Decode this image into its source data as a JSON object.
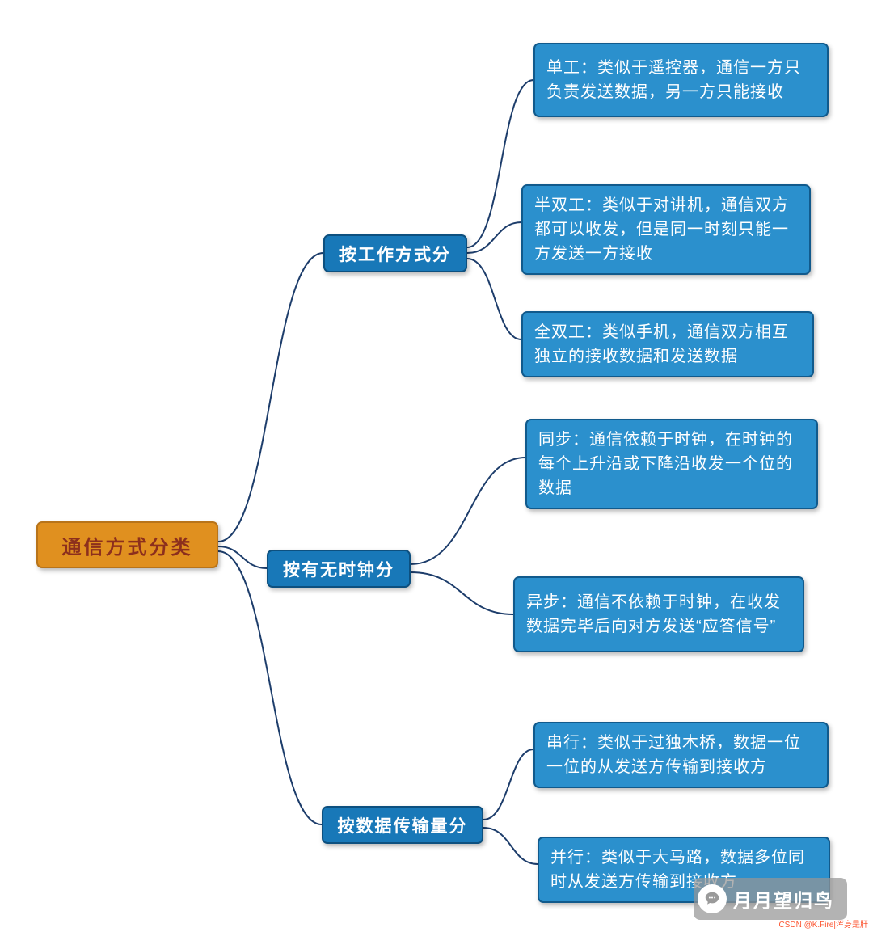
{
  "root": {
    "label": "通信方式分类"
  },
  "branches": [
    {
      "label": "按工作方式分",
      "leaves": [
        {
          "text": "单工：类似于遥控器，通信一方只负责发送数据，另一方只能接收"
        },
        {
          "text": "半双工：类似于对讲机，通信双方都可以收发，但是同一时刻只能一方发送一方接收"
        },
        {
          "text": "全双工：类似手机，通信双方相互独立的接收数据和发送数据"
        }
      ]
    },
    {
      "label": "按有无时钟分",
      "leaves": [
        {
          "text": "同步：通信依赖于时钟，在时钟的每个上升沿或下降沿收发一个位的数据"
        },
        {
          "text": "异步：通信不依赖于时钟，在收发数据完毕后向对方发送“应答信号”"
        }
      ]
    },
    {
      "label": "按数据传输量分",
      "leaves": [
        {
          "text": "串行：类似于过独木桥，数据一位一位的从发送方传输到接收方"
        },
        {
          "text": "并行：类似于大马路，数据多位同时从发送方传输到接收方"
        }
      ]
    }
  ],
  "watermark": {
    "name": "月月望归鸟"
  },
  "credit": "CSDN @K.Fire|浑身是肝",
  "colors": {
    "root_fill": "#e0901f",
    "root_border": "#b8741a",
    "root_text": "#8c2f1d",
    "branch_fill": "#1878b8",
    "leaf_fill": "#2b90cd",
    "node_border_blue": "#115a8c",
    "connector": "#1d3d6b",
    "csdn_red": "#fc5531"
  }
}
